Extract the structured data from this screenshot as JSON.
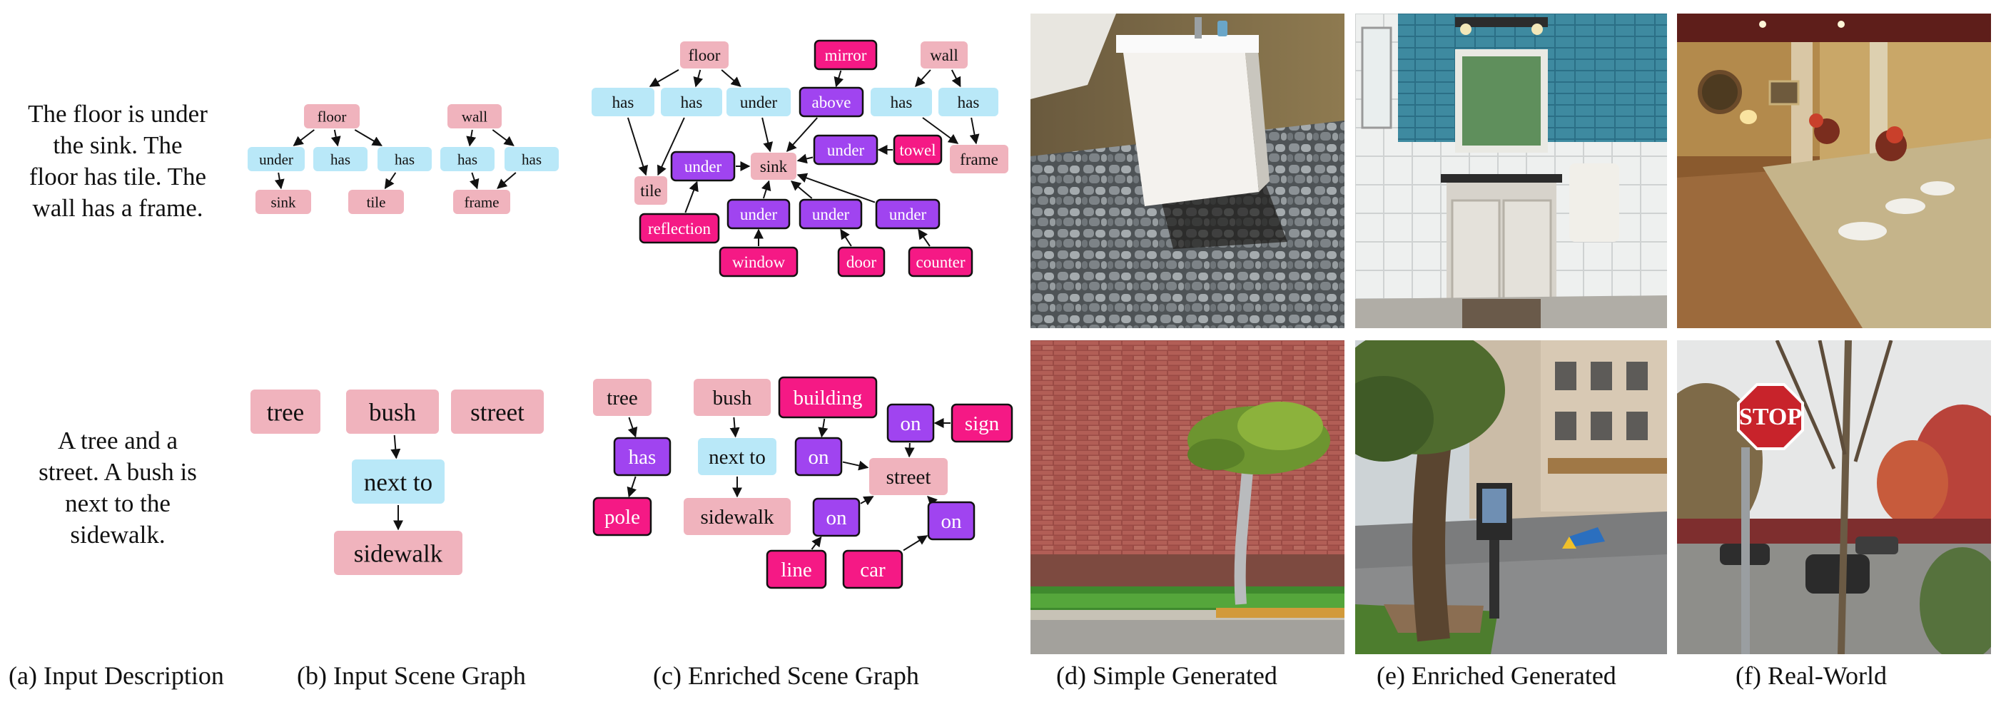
{
  "descriptions": {
    "row1": [
      "The floor is under",
      "the sink. The",
      "floor has tile. The",
      "wall has a frame."
    ],
    "row2": [
      "A tree and a",
      "street. A bush is",
      "next to the",
      "sidewalk."
    ]
  },
  "captions": {
    "a": "(a) Input Description",
    "b": "(b) Input Scene Graph",
    "c": "(c) Enriched Scene Graph",
    "d": "(d) Simple Generated",
    "e": "(e) Enriched Generated",
    "f": "(f) Real-World"
  },
  "colors": {
    "object": "#f0b3bd",
    "relation": "#b9e8f8",
    "added_object": "#f51985",
    "added_relation": "#a044f0",
    "edge": "#111111"
  },
  "graph_b1": {
    "nodes": [
      {
        "id": "floor",
        "label": "floor",
        "kind": "object"
      },
      {
        "id": "under",
        "label": "under",
        "kind": "relation"
      },
      {
        "id": "has1",
        "label": "has",
        "kind": "relation"
      },
      {
        "id": "has2",
        "label": "has",
        "kind": "relation"
      },
      {
        "id": "sink",
        "label": "sink",
        "kind": "object"
      },
      {
        "id": "tile",
        "label": "tile",
        "kind": "object"
      },
      {
        "id": "wall",
        "label": "wall",
        "kind": "object"
      },
      {
        "id": "has3",
        "label": "has",
        "kind": "relation"
      },
      {
        "id": "has4",
        "label": "has",
        "kind": "relation"
      },
      {
        "id": "frame",
        "label": "frame",
        "kind": "object"
      }
    ]
  },
  "graph_c1": {
    "nodes": [
      {
        "id": "floor",
        "label": "floor",
        "kind": "object"
      },
      {
        "id": "mirror",
        "label": "mirror",
        "kind": "added_object"
      },
      {
        "id": "wall",
        "label": "wall",
        "kind": "object"
      },
      {
        "id": "has1",
        "label": "has",
        "kind": "relation"
      },
      {
        "id": "has2",
        "label": "has",
        "kind": "relation"
      },
      {
        "id": "under1",
        "label": "under",
        "kind": "relation"
      },
      {
        "id": "above",
        "label": "above",
        "kind": "added_relation"
      },
      {
        "id": "has3",
        "label": "has",
        "kind": "relation"
      },
      {
        "id": "has4",
        "label": "has",
        "kind": "relation"
      },
      {
        "id": "under2",
        "label": "under",
        "kind": "added_relation"
      },
      {
        "id": "sink",
        "label": "sink",
        "kind": "object"
      },
      {
        "id": "under3",
        "label": "under",
        "kind": "added_relation"
      },
      {
        "id": "towel",
        "label": "towel",
        "kind": "added_object"
      },
      {
        "id": "frame",
        "label": "frame",
        "kind": "object"
      },
      {
        "id": "tile",
        "label": "tile",
        "kind": "object"
      },
      {
        "id": "under4",
        "label": "under",
        "kind": "added_relation"
      },
      {
        "id": "under5",
        "label": "under",
        "kind": "added_relation"
      },
      {
        "id": "under6",
        "label": "under",
        "kind": "added_relation"
      },
      {
        "id": "reflection",
        "label": "reflection",
        "kind": "added_object"
      },
      {
        "id": "window",
        "label": "window",
        "kind": "added_object"
      },
      {
        "id": "door",
        "label": "door",
        "kind": "added_object"
      },
      {
        "id": "counter",
        "label": "counter",
        "kind": "added_object"
      }
    ]
  },
  "graph_b2": {
    "nodes": [
      {
        "id": "tree",
        "label": "tree",
        "kind": "object"
      },
      {
        "id": "bush",
        "label": "bush",
        "kind": "object"
      },
      {
        "id": "street",
        "label": "street",
        "kind": "object"
      },
      {
        "id": "nextto",
        "label": "next to",
        "kind": "relation"
      },
      {
        "id": "sidewalk",
        "label": "sidewalk",
        "kind": "object"
      }
    ]
  },
  "graph_c2": {
    "nodes": [
      {
        "id": "tree",
        "label": "tree",
        "kind": "object"
      },
      {
        "id": "bush",
        "label": "bush",
        "kind": "object"
      },
      {
        "id": "building",
        "label": "building",
        "kind": "added_object"
      },
      {
        "id": "has",
        "label": "has",
        "kind": "added_relation"
      },
      {
        "id": "nextto",
        "label": "next to",
        "kind": "relation"
      },
      {
        "id": "on1",
        "label": "on",
        "kind": "added_relation"
      },
      {
        "id": "on2",
        "label": "on",
        "kind": "added_relation"
      },
      {
        "id": "sign",
        "label": "sign",
        "kind": "added_object"
      },
      {
        "id": "street",
        "label": "street",
        "kind": "object"
      },
      {
        "id": "pole",
        "label": "pole",
        "kind": "added_object"
      },
      {
        "id": "sidewalk",
        "label": "sidewalk",
        "kind": "object"
      },
      {
        "id": "on3",
        "label": "on",
        "kind": "added_relation"
      },
      {
        "id": "on4",
        "label": "on",
        "kind": "added_relation"
      },
      {
        "id": "line",
        "label": "line",
        "kind": "added_object"
      },
      {
        "id": "car",
        "label": "car",
        "kind": "added_object"
      }
    ]
  },
  "photos": {
    "stop_sign": "STOP"
  }
}
